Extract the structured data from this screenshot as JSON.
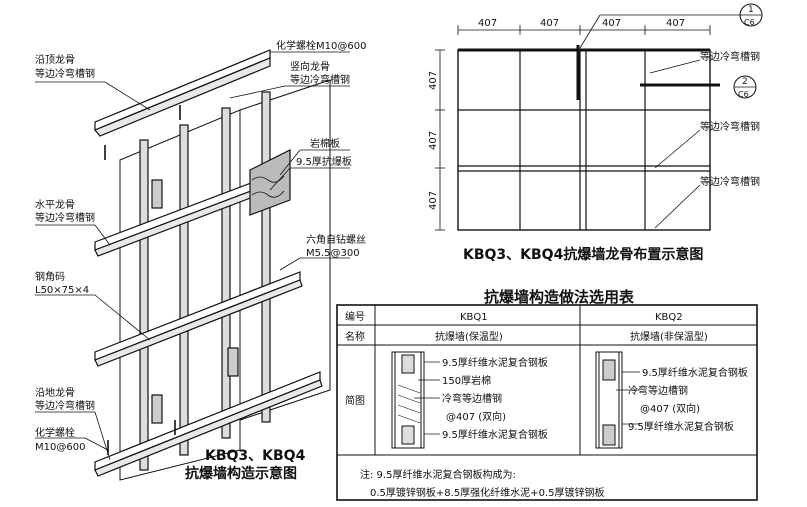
{
  "iso": {
    "labels": {
      "top_keel": [
        "沿顶龙骨",
        "等边冷弯槽钢"
      ],
      "chem_bolt_top": "化学螺栓M10@600",
      "vertical_keel": [
        "竖向龙骨",
        "等边冷弯槽钢"
      ],
      "rock_wool": "岩棉板",
      "board": "9.5厚抗爆板",
      "horizontal_keel": [
        "水平龙骨",
        "等边冷弯槽钢"
      ],
      "screw": [
        "六角自钻螺丝",
        "M5.5@300"
      ],
      "angle_steel": [
        "钢角码",
        "L50×75×4"
      ],
      "bottom_keel": [
        "沿地龙骨",
        "等边冷弯槽钢"
      ],
      "chem_bolt_bottom": [
        "化学螺栓",
        "M10@600"
      ]
    },
    "caption": [
      "KBQ3、KBQ4",
      "抗爆墙构造示意图"
    ]
  },
  "layout": {
    "dims": [
      "407",
      "407",
      "407",
      "407"
    ],
    "vdims": [
      "407",
      "407",
      "407"
    ],
    "callout1": [
      "1",
      "C6"
    ],
    "callout2": [
      "2",
      "C6"
    ],
    "labels": [
      "等边冷弯槽钢",
      "等边冷弯槽钢",
      "等边冷弯槽钢"
    ],
    "caption": "KBQ3、KBQ4抗爆墙龙骨布置示意图"
  },
  "table": {
    "title": "抗爆墙构造做法选用表",
    "row_headers": [
      "编号",
      "名称",
      "简图"
    ],
    "codes": [
      "KBQ1",
      "KBQ2"
    ],
    "names": [
      "抗爆墙(保温型)",
      "抗爆墙(非保温型)"
    ],
    "kbq1_layers": [
      "9.5厚纤维水泥复合钢板",
      "150厚岩棉",
      "冷弯等边槽钢",
      "@407 (双向)",
      "9.5厚纤维水泥复合钢板"
    ],
    "kbq2_layers": [
      "9.5厚纤维水泥复合钢板",
      "冷弯等边槽钢",
      "@407 (双向)",
      "9.5厚纤维水泥复合钢板"
    ],
    "note1": "注: 9.5厚纤维水泥复合钢板构成为:",
    "note2": "0.5厚镀锌钢板+8.5厚强化纤维水泥+0.5厚镀锌钢板"
  }
}
